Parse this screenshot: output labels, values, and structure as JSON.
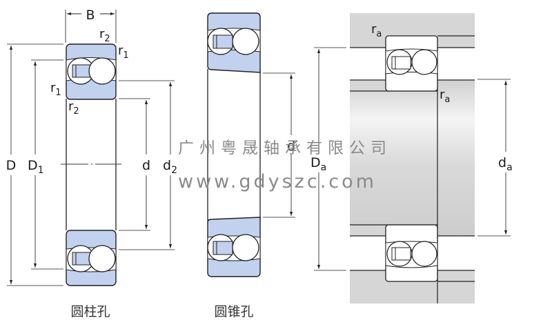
{
  "diagram": {
    "title": "Self-aligning ball bearing dimensions",
    "colors": {
      "ring_fill": "#c2d1ee",
      "outline": "#1f1f1f",
      "dimension_line": "#444444",
      "housing_fill": "#d6d6d6",
      "watermark": "#8a8a8a"
    },
    "labels": {
      "B": "B",
      "r": "r",
      "sub_1": "1",
      "sub_2": "2",
      "sub_a": "a",
      "D": "D",
      "d": "d",
      "ra": "r"
    },
    "captions": {
      "cylindrical_bore": "圆柱孔",
      "tapered_bore": "圆锥孔"
    },
    "watermark": {
      "company": "广州粤晟轴承有限公司",
      "url": "www.gdyszc.com"
    }
  }
}
